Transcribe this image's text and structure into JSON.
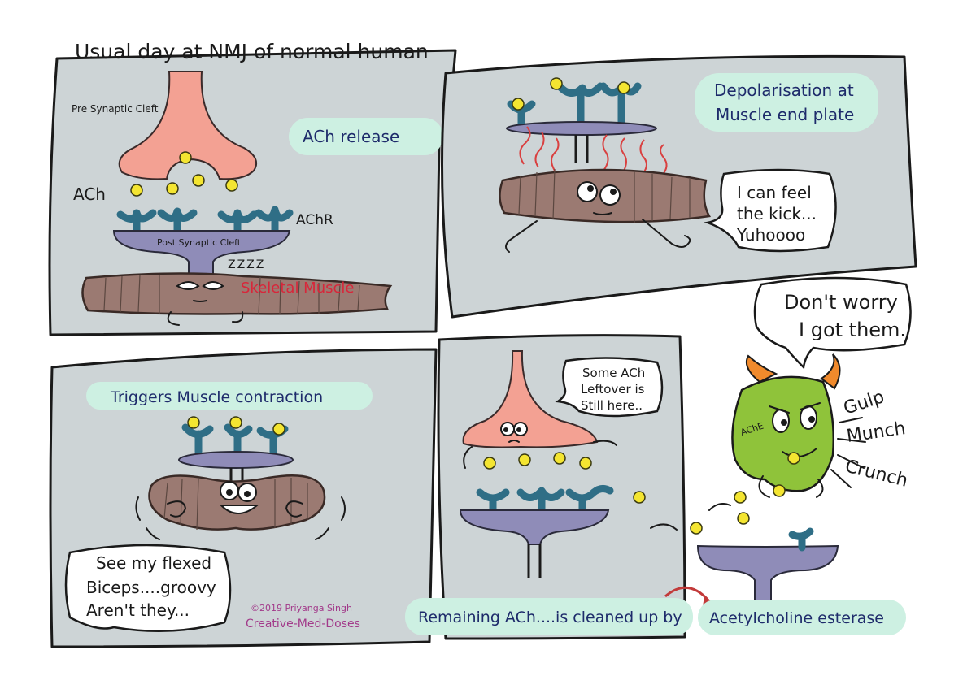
{
  "title": "Usual day at NMJ of normal human",
  "panel1": {
    "pre_label": "Pre Synaptic Cleft",
    "caption": "ACh release",
    "ach_label": "ACh",
    "achr_label": "AChR",
    "post_label": "Post Synaptic Cleft",
    "snore": "ZZZZ",
    "muscle_label": "Skeletal Muscle"
  },
  "panel2": {
    "caption_line1": "Depolarisation at",
    "caption_line2": "Muscle end plate",
    "bubble_line1": "I can feel",
    "bubble_line2": "the kick...",
    "bubble_line3": "Yuhoooo"
  },
  "panel3": {
    "caption": "Triggers Muscle contraction",
    "bubble_line1": "See my flexed",
    "bubble_line2": "Biceps....groovy",
    "bubble_line3": "Aren't they...",
    "credit_line1": "©2019 Priyanga Singh",
    "credit_line2": "Creative-Med-Doses"
  },
  "panel4": {
    "bubble_line1": "Some ACh",
    "bubble_line2": "Leftover is",
    "bubble_line3": "Still here..",
    "caption": "Remaining ACh....is cleaned up by"
  },
  "enzyme": {
    "bubble_line1": "Don't worry",
    "bubble_line2": "I got them.",
    "badge": "AChE",
    "sound1": "Gulp",
    "sound2": "Munch",
    "sound3": "Crunch",
    "caption": "Acetylcholine esterase"
  },
  "colors": {
    "panel": "#cdd4d6",
    "caption_bg": "#cdf0e2",
    "caption_text": "#1e2b6b",
    "presynaptic": "#f3a193",
    "postsynaptic": "#8f8cb8",
    "receptor": "#2f6e86",
    "ach": "#f4e531",
    "muscle": "#9b7a72",
    "enzyme": "#8fc33a",
    "muscle_label": "#d8263a"
  }
}
